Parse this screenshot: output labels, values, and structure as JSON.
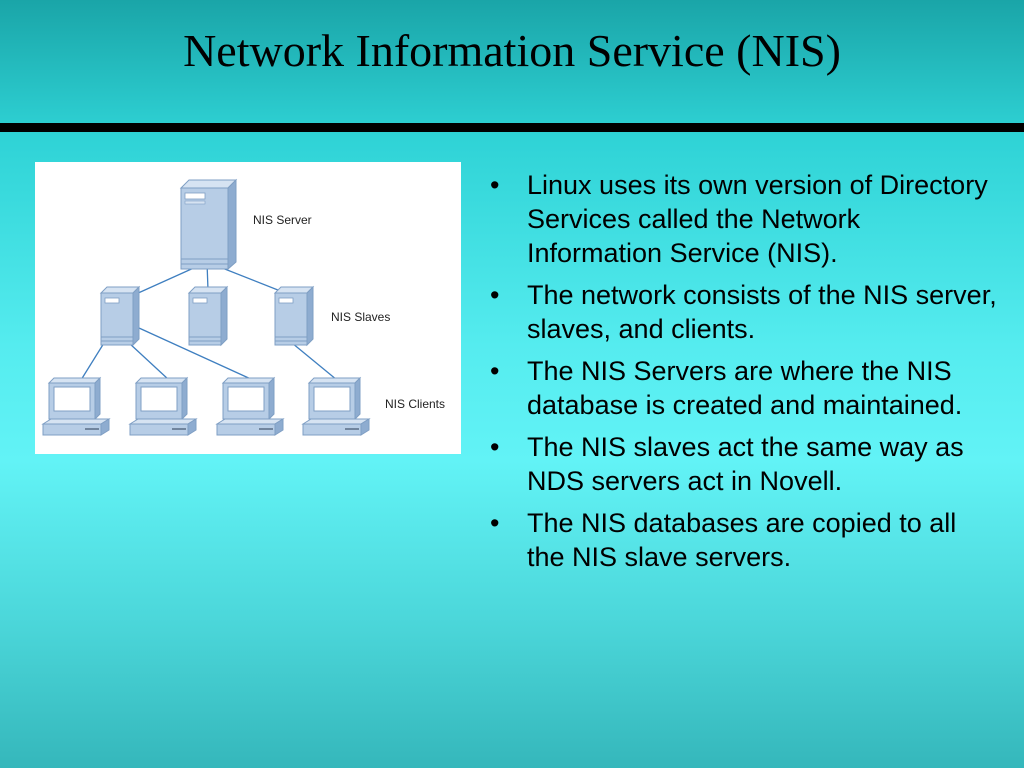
{
  "slide": {
    "title": "Network Information Service (NIS)"
  },
  "diagram": {
    "labels": {
      "server": "NIS Server",
      "slaves": "NIS Slaves",
      "clients": "NIS Clients"
    },
    "colors": {
      "device_fill": "#b7cde6",
      "device_stroke": "#7f9fc4",
      "line": "#3f7fc0"
    }
  },
  "bullets": [
    "Linux uses its own version of Directory Services called the Network Information Service (NIS).",
    "The network consists of the NIS server, slaves, and clients.",
    "The NIS Servers are where the NIS database is created and maintained.",
    "The NIS slaves act the same way as NDS servers act in Novell.",
    "The NIS databases are copied to all the NIS slave servers."
  ]
}
